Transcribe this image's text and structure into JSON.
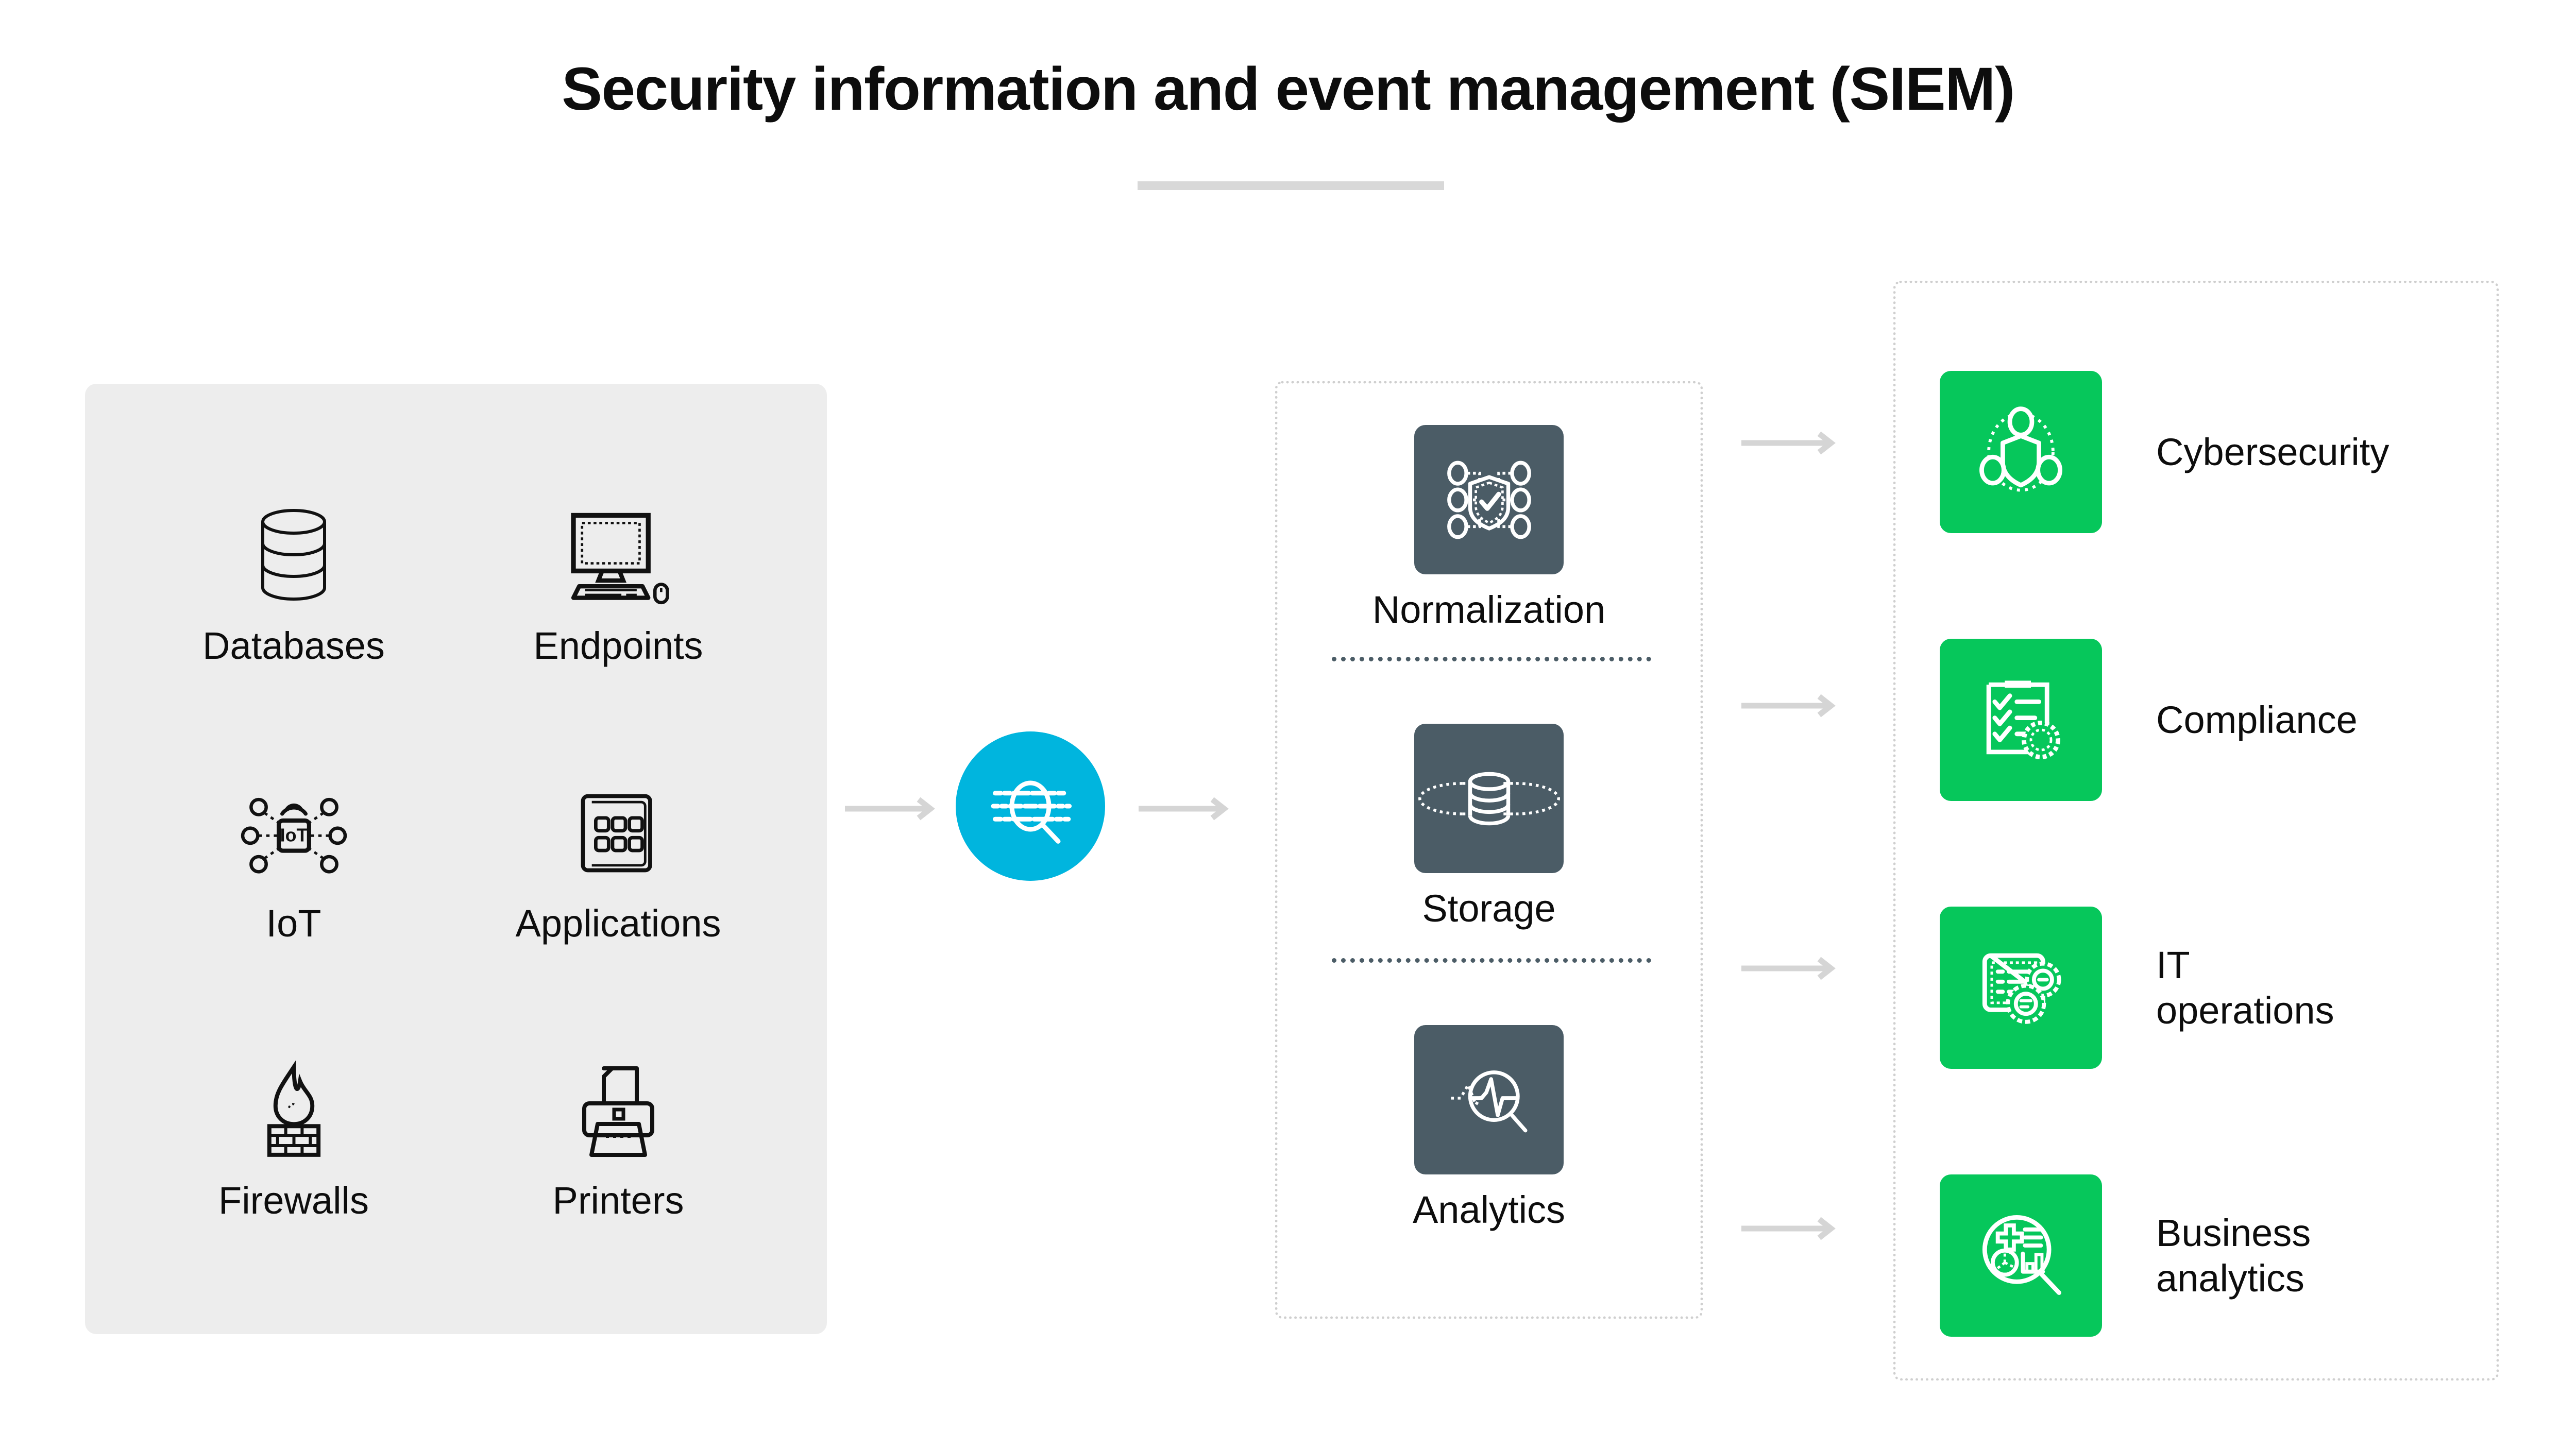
{
  "header": {
    "title": "Security information and event management (SIEM)"
  },
  "sources": {
    "panel_background": "#EDEDED",
    "items": [
      {
        "label": "Databases",
        "icon": "database-icon"
      },
      {
        "label": "Endpoints",
        "icon": "desktop-computer-icon"
      },
      {
        "label": "IoT",
        "icon": "iot-network-icon",
        "icon_text": "IoT"
      },
      {
        "label": "Applications",
        "icon": "applications-grid-icon"
      },
      {
        "label": "Firewalls",
        "icon": "firewall-flame-icon"
      },
      {
        "label": "Printers",
        "icon": "printer-icon"
      }
    ]
  },
  "hub": {
    "icon": "log-search-magnifier-icon",
    "color": "#00B5DE"
  },
  "arrows": {
    "color": "#D5D5D5",
    "icon": "arrow-right-icon",
    "count": 6
  },
  "process": {
    "border_color": "#CFCFCF",
    "tile_color": "#4B5C66",
    "separator_color": "#4B5C66",
    "items": [
      {
        "label": "Normalization",
        "icon": "shield-check-network-icon"
      },
      {
        "label": "Storage",
        "icon": "database-cylinder-icon"
      },
      {
        "label": "Analytics",
        "icon": "magnifier-pulse-icon"
      }
    ]
  },
  "outcomes": {
    "border_color": "#CFCFCF",
    "tile_color": "#06C75B",
    "items": [
      {
        "label": "Cybersecurity",
        "label_line1": "Cybersecurity",
        "label_line2": "",
        "icon": "shield-nodes-icon"
      },
      {
        "label": "Compliance",
        "label_line1": "Compliance",
        "label_line2": "",
        "icon": "clipboard-checklist-seal-icon"
      },
      {
        "label": "IT operations",
        "label_line1": "IT",
        "label_line2": "operations",
        "icon": "document-gears-icon"
      },
      {
        "label": "Business analytics",
        "label_line1": "Business",
        "label_line2": "analytics",
        "icon": "magnifier-charts-icon"
      }
    ]
  }
}
